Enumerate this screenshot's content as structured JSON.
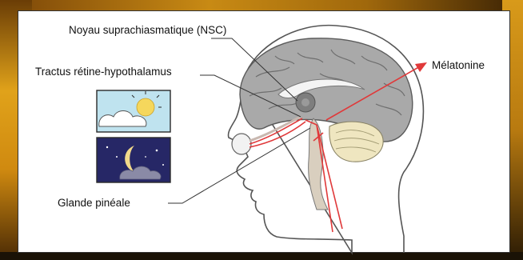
{
  "labels": {
    "nsc": "Noyau suprachiasmatique (NSC)",
    "tract": "Tractus rétine-hypothalamus",
    "pineal": "Glande pinéale",
    "melatonin": "Mélatonine"
  },
  "colors": {
    "arrow": "#e0393a",
    "brain": "#a9a9a9",
    "day_sky": "#bfe3ef",
    "sun": "#f5d75c",
    "night_sky": "#262766",
    "moon": "#f1d98a"
  },
  "icons": {
    "day": "sun-cloud-icon",
    "night": "moon-cloud-icon"
  }
}
